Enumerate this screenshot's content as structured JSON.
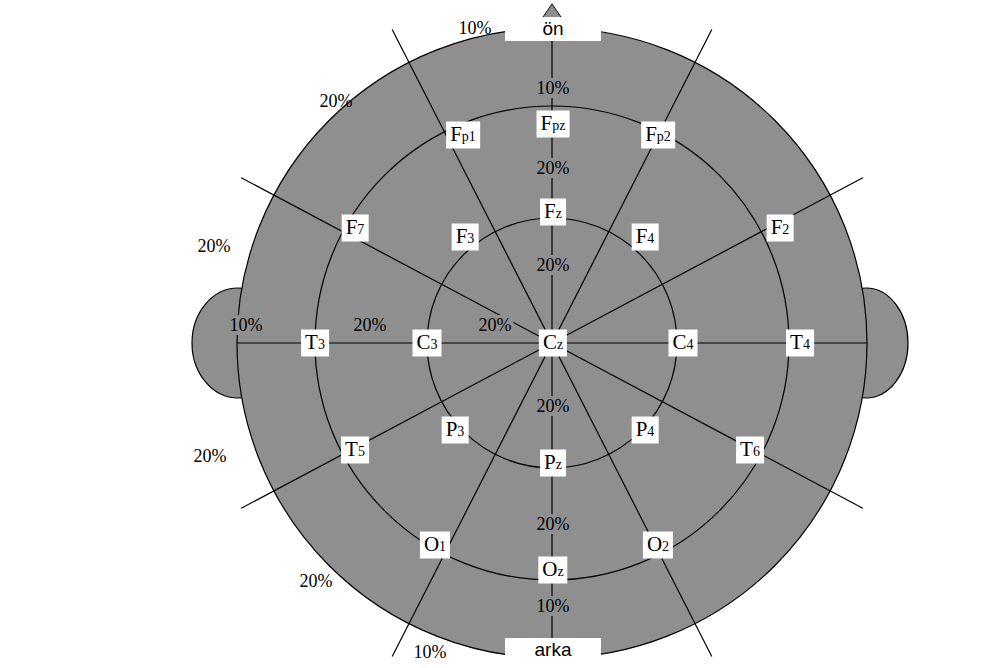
{
  "diagram": {
    "nodes": [
      {
        "text": [
          "ön"
        ]
      },
      {
        "text": [
          "Fp1"
        ]
      },
      {
        "text": [
          "Fpz"
        ]
      },
      {
        "text": [
          "Fp2"
        ]
      },
      {
        "text": [
          "F7"
        ]
      },
      {
        "text": [
          "F3"
        ]
      },
      {
        "text": [
          "Fz"
        ]
      },
      {
        "text": [
          "F4"
        ]
      },
      {
        "text": [
          "F2"
        ]
      },
      {
        "text": [
          "T3"
        ]
      },
      {
        "text": [
          "C3"
        ]
      },
      {
        "text": [
          "Cz"
        ]
      },
      {
        "text": [
          "C4"
        ]
      },
      {
        "text": [
          "T4"
        ]
      },
      {
        "text": [
          "T5"
        ]
      },
      {
        "text": [
          "P3"
        ]
      },
      {
        "text": [
          "Pz"
        ]
      },
      {
        "text": [
          "P4"
        ]
      },
      {
        "text": [
          "T6"
        ]
      },
      {
        "text": [
          "O1"
        ]
      },
      {
        "text": [
          "Oz"
        ]
      },
      {
        "text": [
          "O2"
        ]
      },
      {
        "text": [
          "arka"
        ]
      }
    ],
    "labels": [
      "10%",
      "10%",
      "20%",
      "20%",
      "20%",
      "20%",
      "10%",
      "20%",
      "20%",
      "20%",
      "20%",
      "20%",
      "20%",
      "10%",
      "10%"
    ]
  }
}
